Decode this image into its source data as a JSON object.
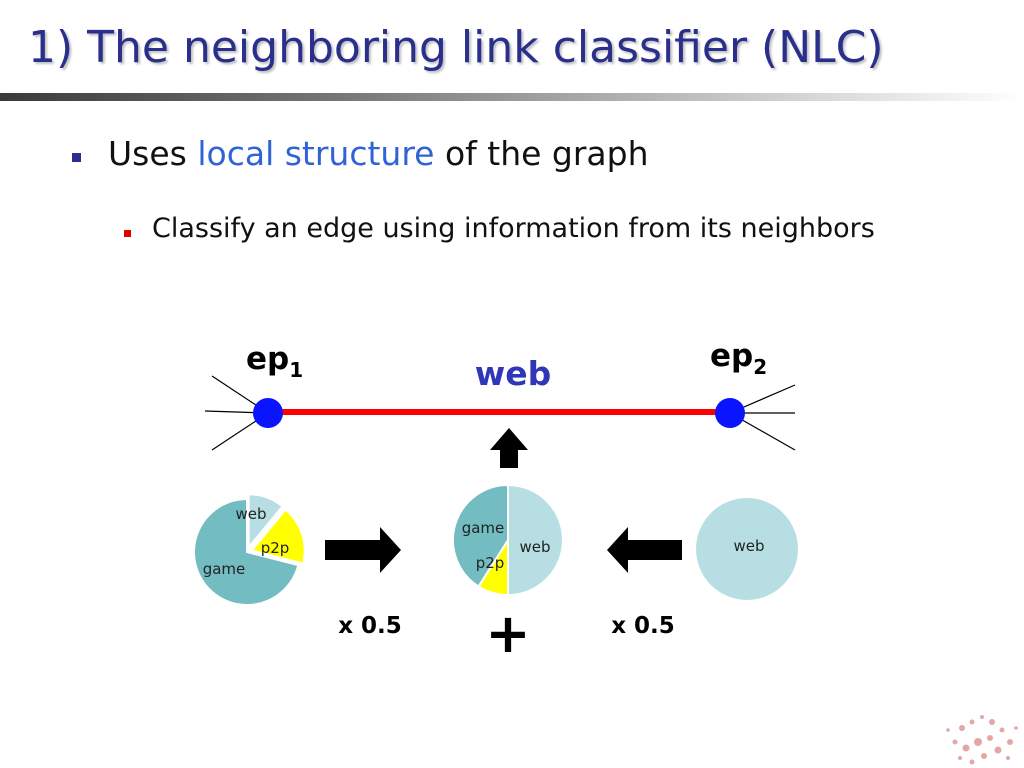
{
  "slide": {
    "title": "1) The neighboring link classifier (NLC)",
    "bullets": [
      {
        "before": "Uses ",
        "highlight": "local structure",
        "after": " of the graph"
      },
      {
        "text": "Classify an edge using information from its neighbors"
      }
    ]
  },
  "diagram": {
    "ep1": {
      "base": "ep",
      "sub": "1"
    },
    "ep2": {
      "base": "ep",
      "sub": "2"
    },
    "edge_label": "web",
    "left_weight": "x 0.5",
    "right_weight": "x 0.5",
    "plus": "+"
  },
  "colors": {
    "title": "#2a2f8c",
    "highlight": "#2f63d6",
    "node": "#0a14ff",
    "edge": "#ff0000",
    "edge_label": "#2f37b8",
    "web": "#b7dfe3",
    "game": "#72bcc2",
    "p2p": "#ffff00"
  },
  "chart_data": [
    {
      "type": "pie",
      "id": "left",
      "slices": [
        {
          "label": "web",
          "value": 0.11
        },
        {
          "label": "p2p",
          "value": 0.18
        },
        {
          "label": "game",
          "value": 0.71
        }
      ]
    },
    {
      "type": "pie",
      "id": "center",
      "slices": [
        {
          "label": "web",
          "value": 0.5
        },
        {
          "label": "p2p",
          "value": 0.09
        },
        {
          "label": "game",
          "value": 0.41
        }
      ]
    },
    {
      "type": "pie",
      "id": "right",
      "slices": [
        {
          "label": "web",
          "value": 1.0
        }
      ]
    }
  ]
}
